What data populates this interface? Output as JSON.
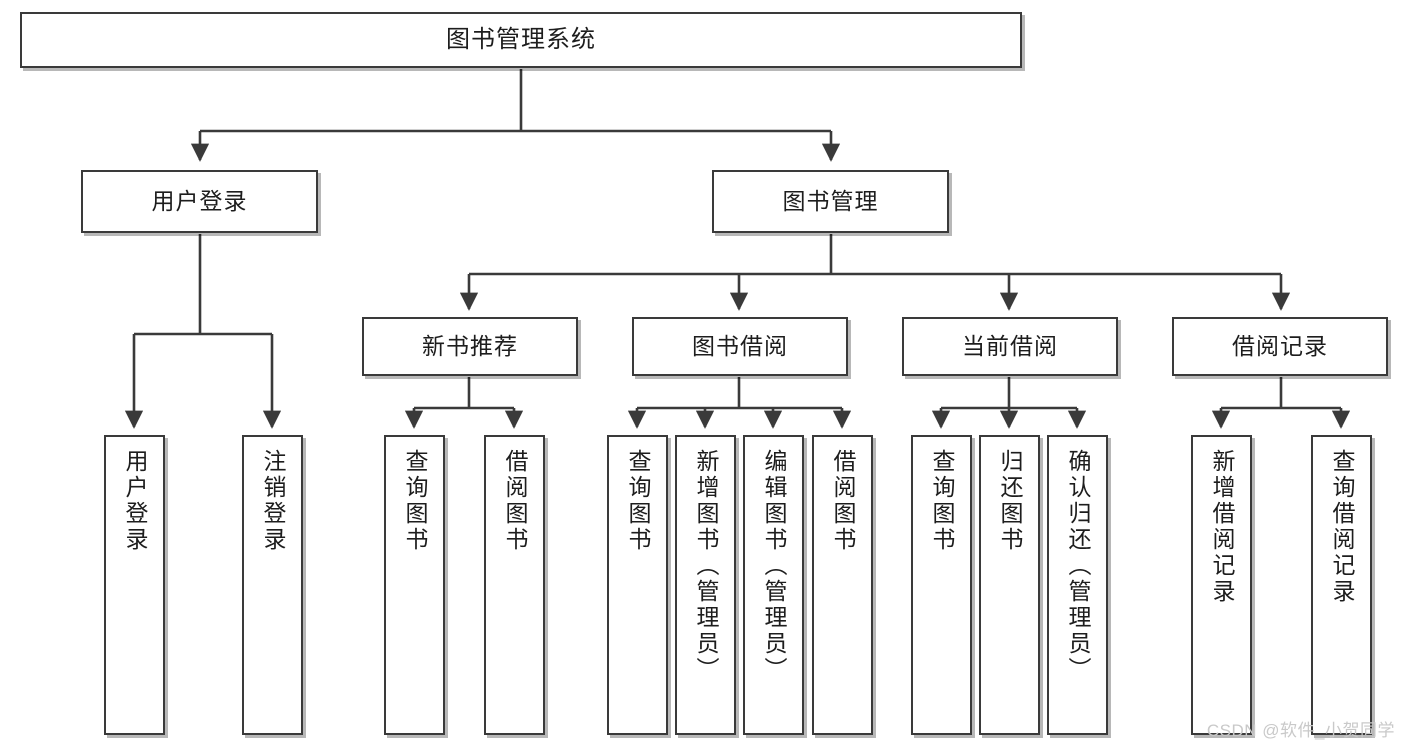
{
  "diagram": {
    "type": "tree-hierarchy-chart",
    "title": "图书管理系统",
    "watermark": "CSDN @软件_小贺同学",
    "colors": {
      "node_border": "#3a3a3a",
      "node_fill": "#ffffff",
      "connector": "#3a3a3a",
      "watermark": "#c9c9c9",
      "background": "#ffffff"
    },
    "levels": {
      "root": {
        "label": "图书管理系统"
      },
      "level2": [
        {
          "label": "用户登录"
        },
        {
          "label": "图书管理"
        }
      ],
      "level3": [
        {
          "label": "新书推荐"
        },
        {
          "label": "图书借阅"
        },
        {
          "label": "当前借阅"
        },
        {
          "label": "借阅记录"
        }
      ],
      "leaves": [
        {
          "label": "用户登录",
          "parent": "用户登录"
        },
        {
          "label": "注销登录",
          "parent": "用户登录"
        },
        {
          "label": "查询图书",
          "parent": "新书推荐"
        },
        {
          "label": "借阅图书",
          "parent": "新书推荐"
        },
        {
          "label": "查询图书",
          "parent": "图书借阅"
        },
        {
          "label": "新增图书（管理员）",
          "parent": "图书借阅"
        },
        {
          "label": "编辑图书（管理员）",
          "parent": "图书借阅"
        },
        {
          "label": "借阅图书",
          "parent": "图书借阅"
        },
        {
          "label": "查询图书",
          "parent": "当前借阅"
        },
        {
          "label": "归还图书",
          "parent": "当前借阅"
        },
        {
          "label": "确认归还（管理员）",
          "parent": "当前借阅"
        },
        {
          "label": "新增借阅记录",
          "parent": "借阅记录"
        },
        {
          "label": "查询借阅记录",
          "parent": "借阅记录"
        }
      ]
    }
  }
}
